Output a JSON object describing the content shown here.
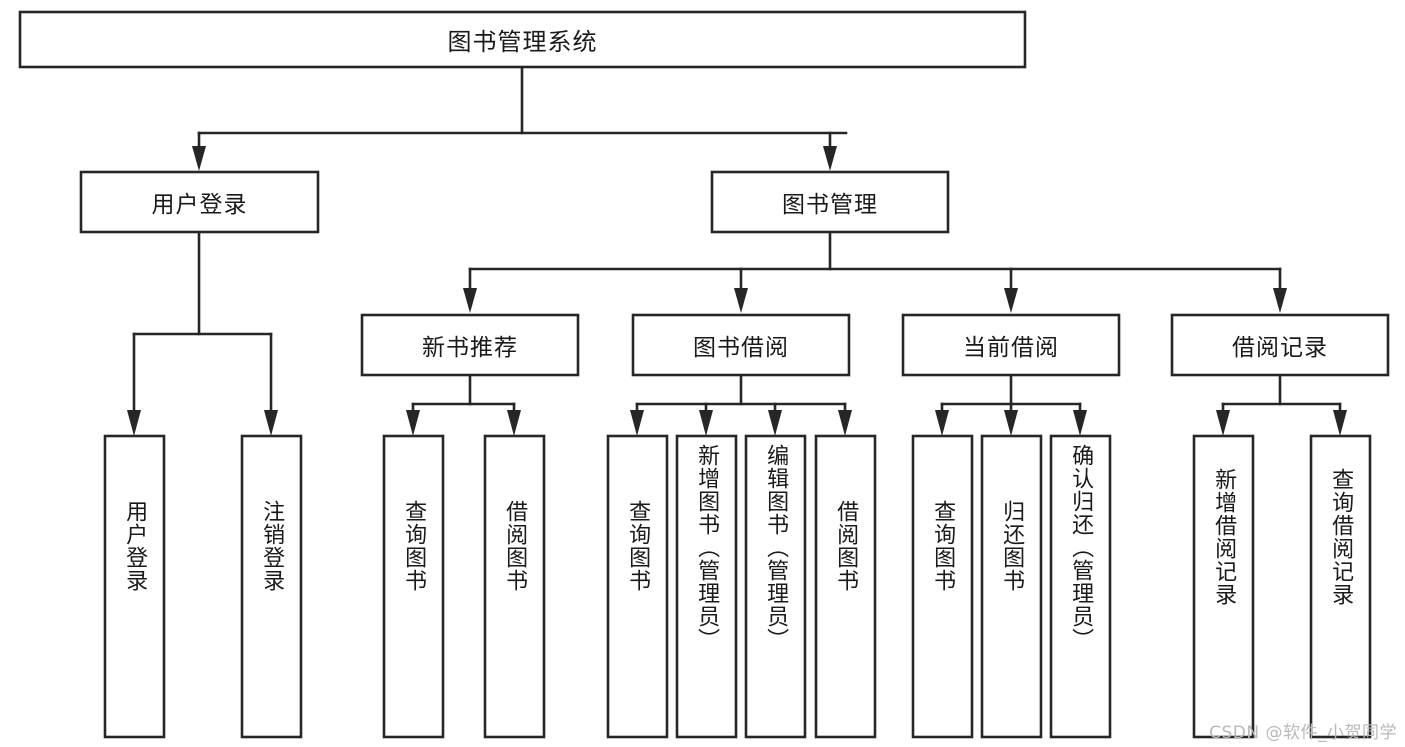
{
  "diagram": {
    "type": "hierarchy-tree",
    "title": "图书管理系统",
    "root": {
      "label": "图书管理系统"
    },
    "level2": [
      {
        "label": "用户登录"
      },
      {
        "label": "图书管理"
      }
    ],
    "level3": [
      {
        "label": "新书推荐"
      },
      {
        "label": "图书借阅"
      },
      {
        "label": "当前借阅"
      },
      {
        "label": "借阅记录"
      }
    ],
    "leaves": {
      "user_login": [
        {
          "label": "用户登录"
        },
        {
          "label": "注销登录"
        }
      ],
      "new_book_recommend": [
        {
          "label": "查询图书"
        },
        {
          "label": "借阅图书"
        }
      ],
      "book_borrow": [
        {
          "label": "查询图书"
        },
        {
          "label": "新增图书（管理员）"
        },
        {
          "label": "编辑图书（管理员）"
        },
        {
          "label": "借阅图书"
        }
      ],
      "current_borrow": [
        {
          "label": "查询图书"
        },
        {
          "label": "归还图书"
        },
        {
          "label": "确认归还（管理员）"
        }
      ],
      "borrow_record": [
        {
          "label": "新增借阅记录"
        },
        {
          "label": "查询借阅记录"
        }
      ]
    }
  },
  "watermark": {
    "text": "CSDN @软件_小贺同学"
  },
  "colors": {
    "stroke": "#262626",
    "box_fill": "#ffffff",
    "text": "#1a1a1a",
    "watermark": "#b9b9b9",
    "background": "#ffffff"
  }
}
